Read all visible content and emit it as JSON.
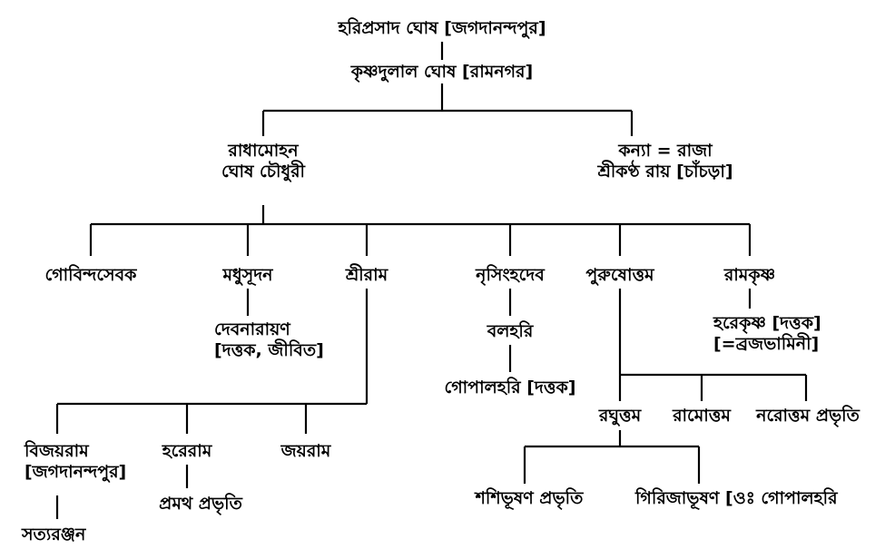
{
  "tree": {
    "root": "হরিপ্রসাদ ঘোষ [জগদানন্দপুর]",
    "gen2": "কৃষ্ণদুলাল ঘোষ [রামনগর]",
    "radhamohan": [
      "রাধামোহন",
      "ঘোষ চৌধুরী"
    ],
    "kanya": [
      "কন্যা = রাজা",
      "শ্রীকণ্ঠ রায় [চাঁচড়া]"
    ],
    "govindasebak": "গোবিন্দসেবক",
    "madhusudan": "মধুসূদন",
    "shriram": "শ্রীরাম",
    "nrisinghadeb": "নৃসিংহদেব",
    "purushottam": "পুরুষোত্তম",
    "ramkrishna": "রামকৃষ্ণ",
    "debnarayan": [
      "দেবনারায়ণ",
      "[দত্তক, জীবিত]"
    ],
    "balahari": "বলহরি",
    "gopalhari": "গোপালহরি [দত্তক]",
    "harekrishna": [
      "হরেকৃষ্ণ [দত্তক]",
      "[=ব্রজভামিনী]"
    ],
    "raghuttam": "রঘুত্তম",
    "ramottam": "রামোত্তম",
    "narottam": "নরোত্তম প্রভৃতি",
    "bijayram": [
      "বিজয়রাম",
      "[জগদানন্দপুর]"
    ],
    "hareram": "হরেরাম",
    "jayram": "জয়রাম",
    "pramatha": "প্রমথ প্রভৃতি",
    "satyaranjan": "সত্যরঞ্জন",
    "shashibhushan": "শশিভূষণ প্রভৃতি",
    "girijabhushan": "গিরিজাভূষণ [ওঃ গোপালহরি"
  }
}
